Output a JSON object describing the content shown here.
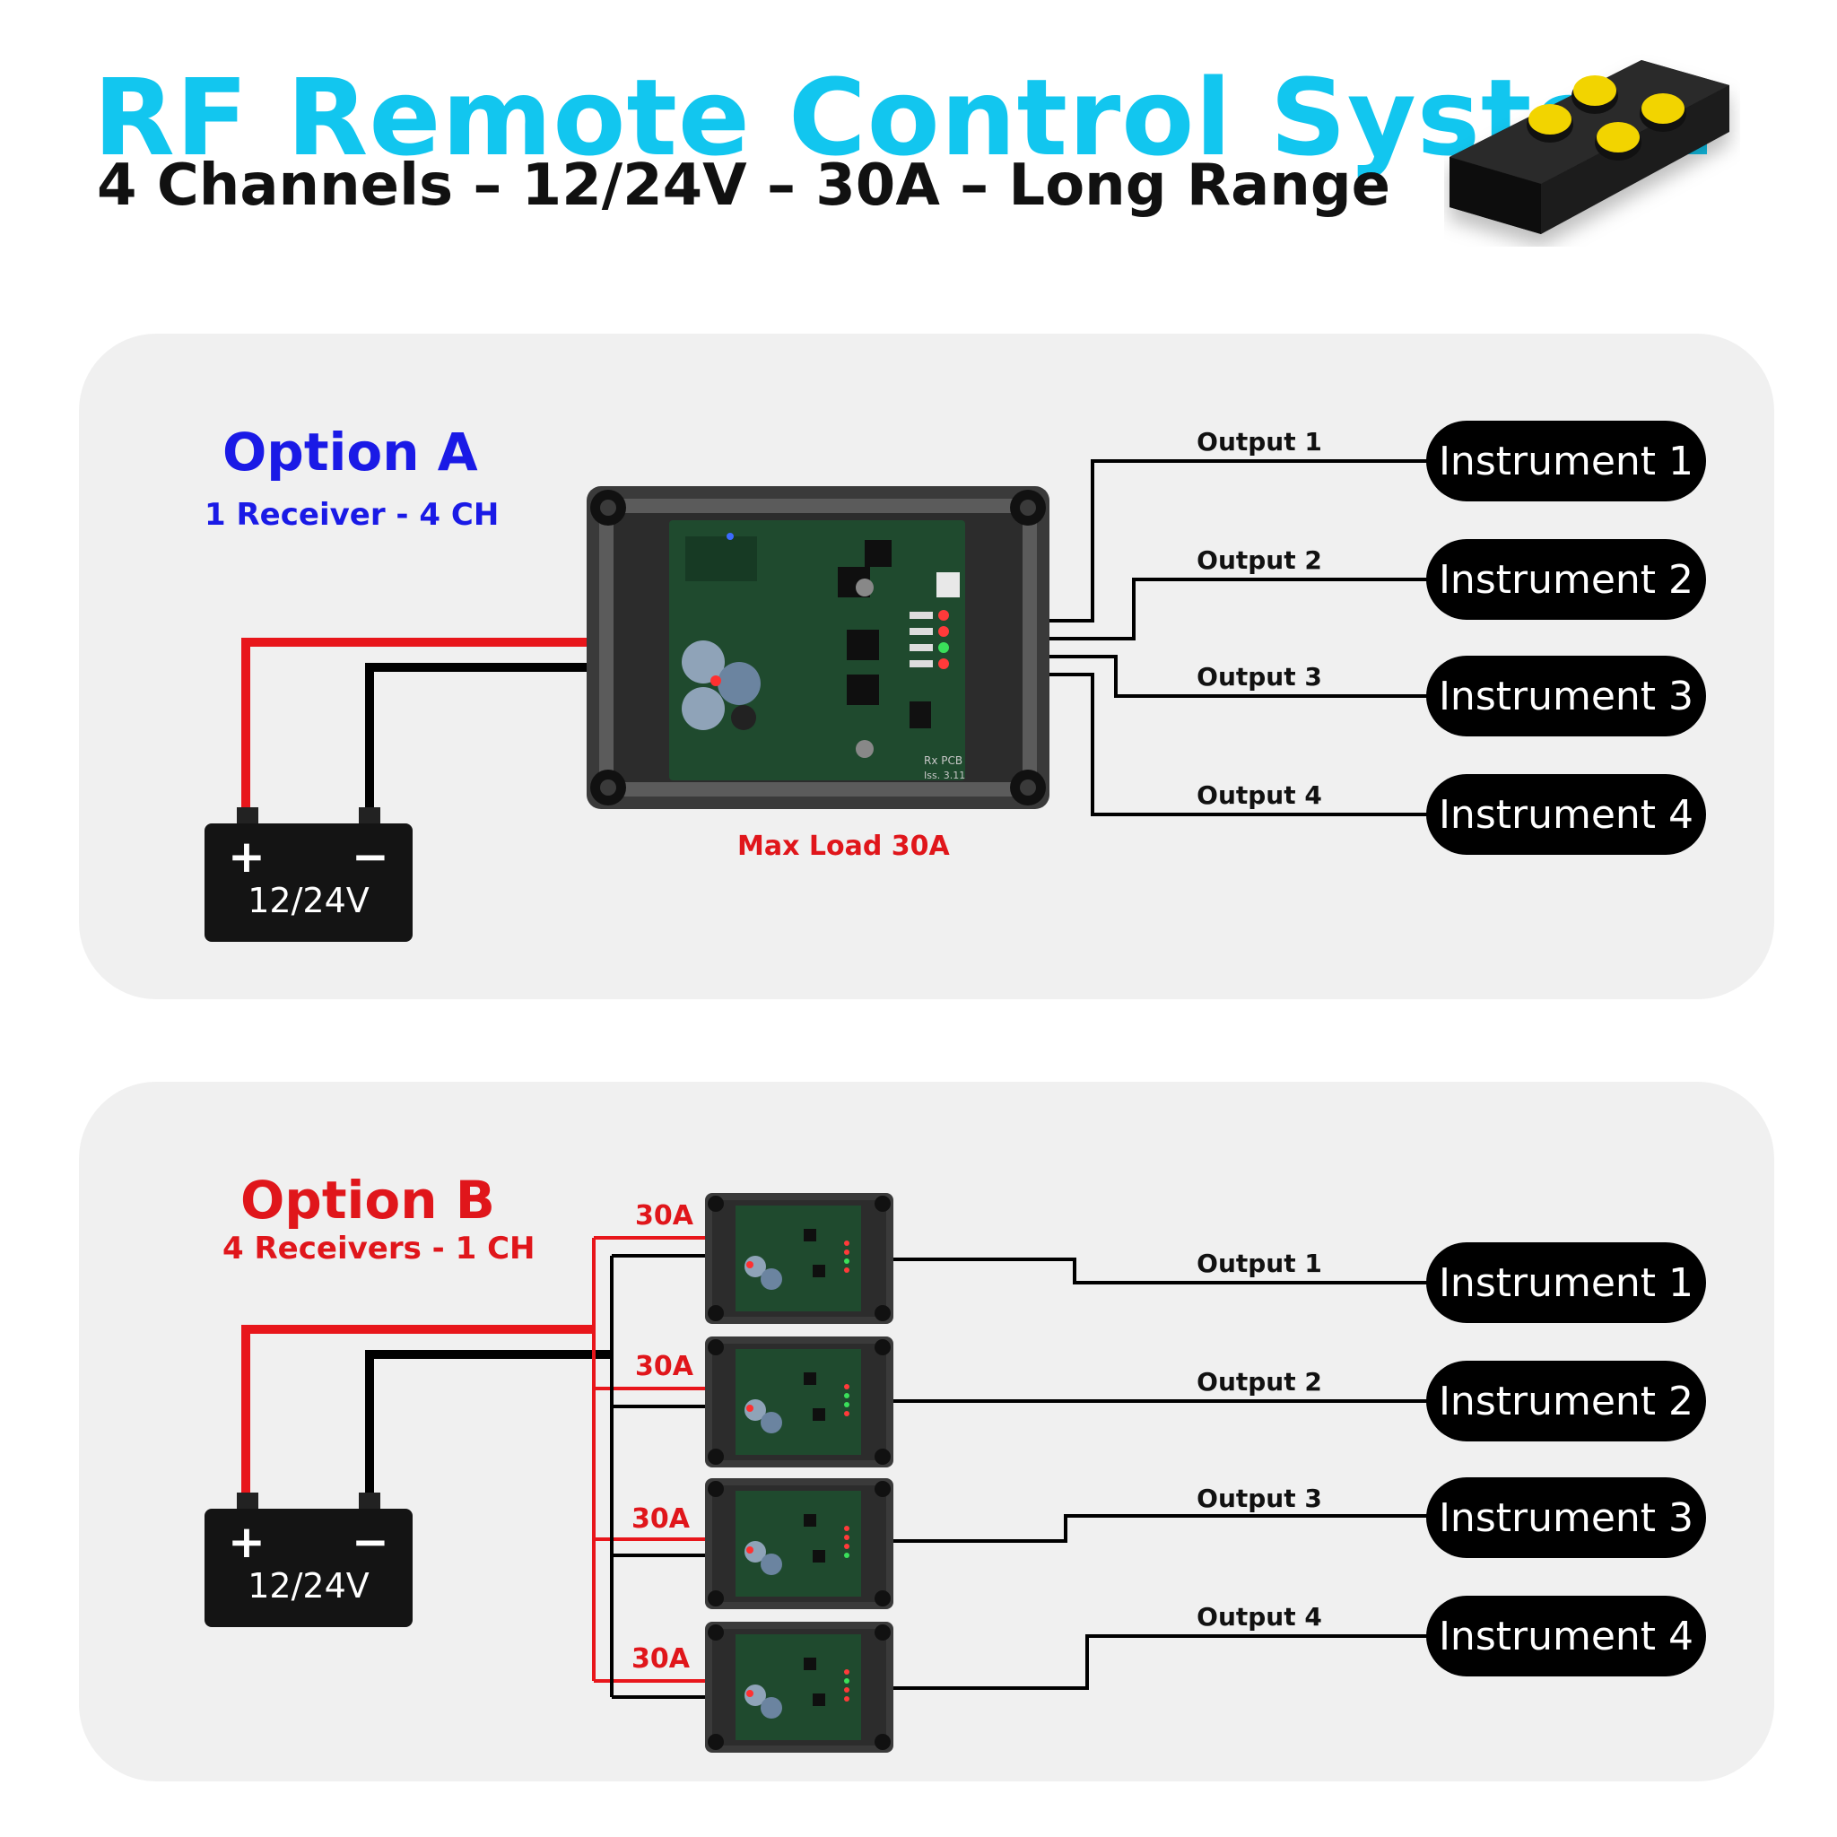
{
  "header": {
    "title": "RF Remote Control System",
    "subtitle": "4 Channels – 12/24V – 30A – Long Range"
  },
  "option_a": {
    "title": "Option A",
    "subtitle": "1 Receiver - 4 CH",
    "title_color": "#1a1ae6",
    "battery_voltage": "12/24V",
    "battery_plus": "+",
    "battery_minus": "−",
    "max_load": "Max Load 30A",
    "receiver_pcb_label": "Rx PCB",
    "receiver_pcb_issue": "Iss. 3.11",
    "outputs": [
      {
        "label": "Output 1",
        "instrument": "Instrument 1"
      },
      {
        "label": "Output 2",
        "instrument": "Instrument 2"
      },
      {
        "label": "Output 3",
        "instrument": "Instrument 3"
      },
      {
        "label": "Output 4",
        "instrument": "Instrument 4"
      }
    ]
  },
  "option_b": {
    "title": "Option B",
    "subtitle": "4 Receivers - 1 CH",
    "title_color": "#e0161b",
    "battery_voltage": "12/24V",
    "battery_plus": "+",
    "battery_minus": "−",
    "receiver_ratings": [
      "30A",
      "30A",
      "30A",
      "30A"
    ],
    "outputs": [
      {
        "label": "Output 1",
        "instrument": "Instrument 1"
      },
      {
        "label": "Output 2",
        "instrument": "Instrument 2"
      },
      {
        "label": "Output 3",
        "instrument": "Instrument 3"
      },
      {
        "label": "Output 4",
        "instrument": "Instrument 4"
      }
    ]
  },
  "colors": {
    "title_cyan": "#12c6ef",
    "positive_wire": "#e8161b",
    "negative_wire": "#000000",
    "pcb_green": "#1f4a2e",
    "remote_button_yellow": "#f2d400"
  },
  "icons": [
    "remote-control-icon",
    "battery-icon",
    "receiver-box-icon"
  ]
}
